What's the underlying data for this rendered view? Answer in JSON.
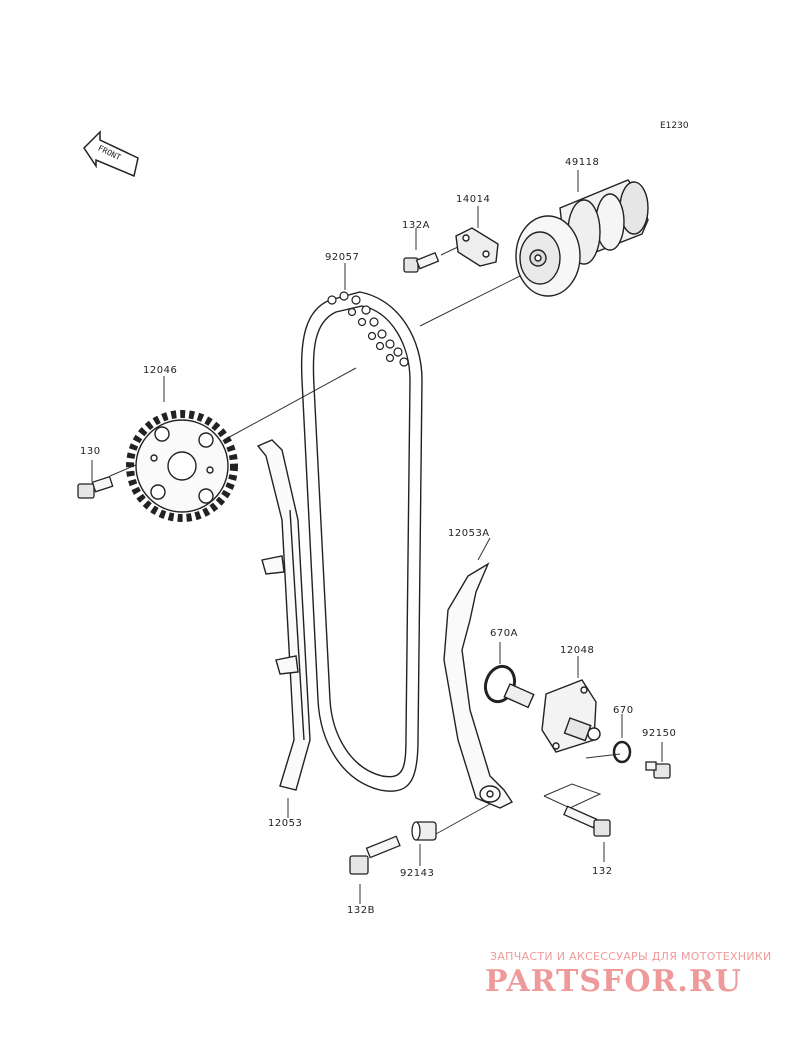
{
  "diagram": {
    "reference": "E1230",
    "front_marker": "FRONT",
    "parts": {
      "p49118": "49118",
      "p14014": "14014",
      "p132A": "132A",
      "p92057": "92057",
      "p12046": "12046",
      "p130": "130",
      "p12053A": "12053A",
      "p670A": "670A",
      "p12048": "12048",
      "p670": "670",
      "p92150": "92150",
      "p12053": "12053",
      "p92143": "92143",
      "p132": "132",
      "p132B": "132B"
    }
  },
  "watermark": {
    "subtitle": "ЗАПЧАСТИ И АКСЕССУАРЫ ДЛЯ МОТОТЕХНИКИ",
    "logo": "PARTSFOR.RU",
    "color": "#ef9a9a"
  }
}
